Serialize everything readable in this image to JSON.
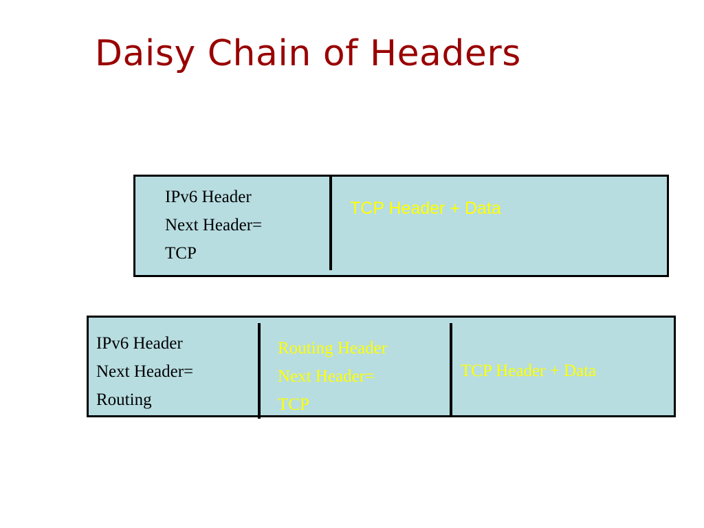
{
  "title": "Daisy Chain of Headers",
  "colors": {
    "title": "#990000",
    "cell_fill": "#b7dde1",
    "border": "#000000",
    "yellow_text": "#ffff00"
  },
  "packets": [
    {
      "cells": [
        {
          "lines": [
            "IPv6 Header",
            "Next Header=",
            "TCP"
          ]
        },
        {
          "lines": [
            "TCP Header + Data"
          ]
        }
      ]
    },
    {
      "cells": [
        {
          "lines": [
            "IPv6 Header",
            "Next Header=",
            "Routing"
          ]
        },
        {
          "lines": [
            "Routing Header",
            "Next Header=",
            "TCP"
          ]
        },
        {
          "lines": [
            "TCP Header + Data"
          ]
        }
      ]
    }
  ]
}
